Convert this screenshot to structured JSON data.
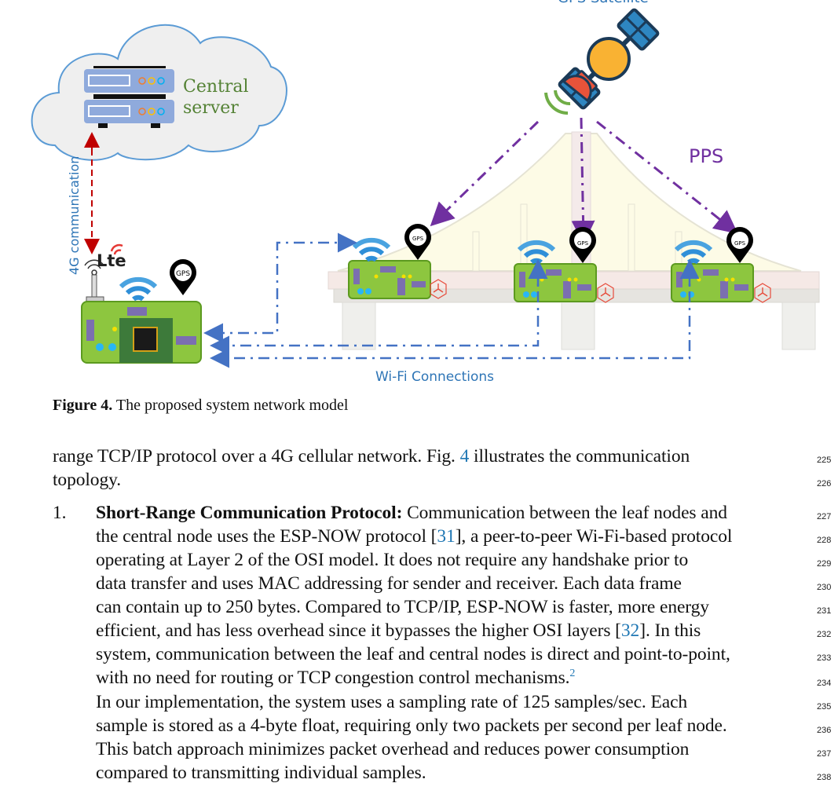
{
  "figure": {
    "satellite_label": "GPS Satellite",
    "server_label_line1": "Central",
    "server_label_line2": "server",
    "cellular_link_label": "4G communication",
    "lte_label": "Lte",
    "gps_pin_label": "GPS",
    "pps_label": "PPS",
    "wifi_label": "Wi-Fi Connections",
    "colors": {
      "wifi_link": "#4472c4",
      "pps_link": "#7030a0",
      "cellular_link": "#c00000",
      "server_text": "#548235",
      "board_green": "#8dc63f"
    }
  },
  "caption": {
    "label": "Figure 4.",
    "text": " The proposed system network model"
  },
  "body": {
    "lines": [
      {
        "num": "225",
        "parts": [
          "range TCP/IP protocol over a 4G cellular network. Fig. ",
          "4",
          " illustrates the communication"
        ]
      },
      {
        "num": "226",
        "text": "topology."
      },
      {
        "num": "227",
        "item_number": "1.",
        "bold": "Short-Range Communication Protocol:",
        "text": " Communication between the leaf nodes and"
      },
      {
        "num": "228",
        "parts": [
          "the central node uses the ESP-NOW protocol [",
          "31",
          "], a peer-to-peer Wi-Fi-based protocol"
        ]
      },
      {
        "num": "229",
        "text": "operating at Layer 2 of the OSI model.  It does not require any handshake prior to"
      },
      {
        "num": "230",
        "text": "data transfer and uses MAC addressing for sender and receiver.  Each data frame"
      },
      {
        "num": "231",
        "text": "can contain up to 250 bytes. Compared to TCP/IP, ESP-NOW is faster, more energy"
      },
      {
        "num": "232",
        "parts": [
          "efficient, and has less overhead since it bypasses the higher OSI layers [",
          "32",
          "].  In this"
        ]
      },
      {
        "num": "233",
        "text": "system, communication between the leaf and central nodes is direct and point-to-point,"
      },
      {
        "num": "234",
        "text": "with no need for routing or TCP congestion control mechanisms.",
        "footnote": "2"
      },
      {
        "num": "235",
        "text": "In our implementation, the system uses a sampling rate of 125 samples/sec.  Each"
      },
      {
        "num": "236",
        "text": "sample is stored as a 4-byte float, requiring only two packets per second per leaf node."
      },
      {
        "num": "237",
        "text": "This batch approach minimizes packet overhead and reduces power consumption"
      },
      {
        "num": "238",
        "text": "compared to transmitting individual samples."
      }
    ]
  }
}
